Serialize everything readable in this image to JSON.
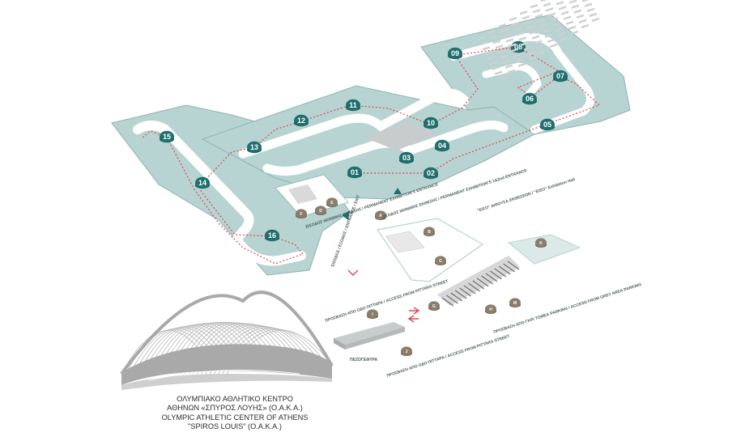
{
  "stations": [
    "01",
    "02",
    "03",
    "04",
    "05",
    "06",
    "07",
    "08",
    "09",
    "10",
    "11",
    "12",
    "13",
    "14",
    "15",
    "16"
  ],
  "zones": [
    "A",
    "B",
    "C",
    "D",
    "E",
    "F",
    "G",
    "H",
    "I",
    "J",
    "K",
    "M"
  ],
  "annotations": {
    "entrance_permanent_exhibition_2": "ΕΙΣΟΔΟΣ ΜΟΝΙΜΗΣ ΕΚΘΕΣΗΣ / PERMANENT EXHIBITION'S ENTRANCE",
    "entrance_permanent_exhibition_1": "ΕΙΣΟΔΟΣ ΜΟΝΙΜΗΣ ΕΚΘΕΣΗΣ / PERMANENT EXHIBITION'S 1&2nd ENTRANCE",
    "temporary_exhibition_hall": "\"ΕΙΣΟ\" ΑΙΘΟΥΣΑ ΕΚΘΕΣΕΩΝ / \"EISO\" Exhibition Hall",
    "entrance_exit": "ΕΙΣΟΔΟΣ / ΕΞΟΔΟΣ / ENTRANCE / EXIT",
    "access_pittara_1": "ΠΡΟΣΒΑΣΗ ΑΠΟ ΟΔΟ ΠΙΤΤΑΡΑ / ACCESS FROM PITTARA STREET",
    "access_pittara_2": "ΠΡΟΣΒΑΣΗ ΑΠΟ ΟΔΟ ΠΙΤΤΑΡΑ / ACCESS FROM PITTARA STREET",
    "access_parking": "ΠΡΟΣΒΑΣΗ ΑΠΟ ΓΚΡΙ ΤΟΜΕΑ PARKING / ACCESS FROM GREY AREA PARKING",
    "footbridge": "ΠΕΖΟΓΕΦΥΡΑ"
  },
  "stadium_caption": {
    "line1": "ΟΛΥΜΠΙΑΚΟ ΑΘΛΗΤΙΚΟ ΚΕΝΤΡΟ",
    "line2": "ΑΘΗΝΩΝ «ΣΠΥΡΟΣ ΛΟΥΗΣ» (Ο.Α.Κ.Α.)",
    "line3": "OLYMPIC ATHLETIC CENTER OF ATHENS",
    "line4": "\"SPIROS LOUIS\" (O.A.K.A.)"
  },
  "colors": {
    "floor": "#b7d3d2",
    "floor_edge": "#8fb4b3",
    "station_marker": "#1f6f6d",
    "zone_marker": "#8a7d6b",
    "route": "#e0484f",
    "stadium": "#b8b8b8",
    "grid": "#cfd0d0"
  }
}
